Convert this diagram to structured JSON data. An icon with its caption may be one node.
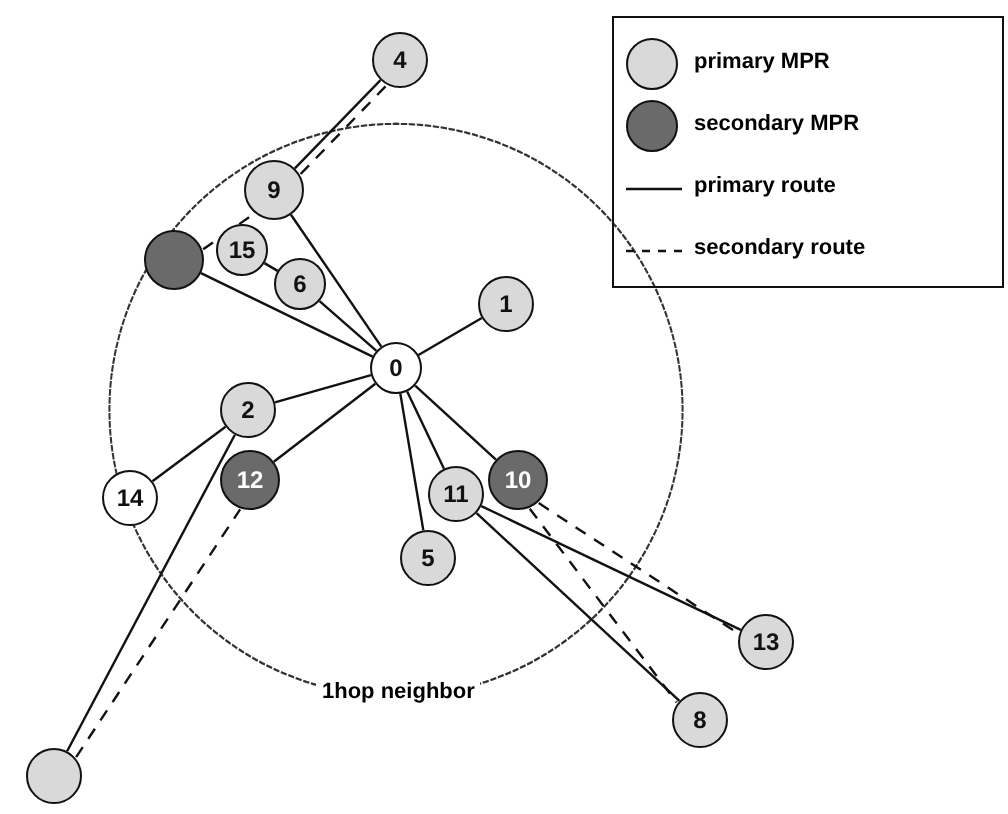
{
  "diagram": {
    "nodes": [
      {
        "text": [
          "0"
        ]
      },
      {
        "text": [
          "1"
        ]
      },
      {
        "text": [
          "4"
        ]
      },
      {
        "text": [
          "9"
        ]
      },
      {
        "text": [],
        "shape": "circle"
      },
      {
        "text": [
          "15"
        ]
      },
      {
        "text": [
          "6"
        ]
      },
      {
        "text": [
          "14"
        ]
      },
      {
        "text": [
          "2"
        ]
      },
      {
        "text": [
          "12"
        ]
      },
      {
        "text": [],
        "shape": "circle"
      },
      {
        "text": [
          "11"
        ]
      },
      {
        "text": [
          "10"
        ]
      },
      {
        "text": [
          "5"
        ]
      },
      {
        "text": [
          "13"
        ]
      },
      {
        "text": [
          "8"
        ]
      }
    ],
    "edges": [
      {
        "from": 0,
        "to": 1,
        "arrow": "none"
      },
      {
        "from": 0,
        "to": 4,
        "arrow": "none"
      },
      {
        "from": 6,
        "to": 5,
        "arrow": "none"
      },
      {
        "from": 0,
        "to": 6,
        "arrow": "none"
      },
      {
        "from": 0,
        "to": 3,
        "arrow": "none"
      },
      {
        "from": 3,
        "to": 2,
        "arrow": "none"
      },
      {
        "from": 4,
        "to": 3,
        "arrow": "none",
        "style": "dashed"
      },
      {
        "from": 3,
        "to": 2,
        "arrow": "none",
        "style": "dashed"
      },
      {
        "from": 0,
        "to": 8,
        "arrow": "none"
      },
      {
        "from": 8,
        "to": 7,
        "arrow": "none"
      },
      {
        "from": 0,
        "to": 9,
        "arrow": "none"
      },
      {
        "from": 10,
        "to": 8,
        "arrow": "none"
      },
      {
        "from": 10,
        "to": 9,
        "arrow": "none",
        "style": "dashed"
      },
      {
        "from": 0,
        "to": 11,
        "arrow": "none"
      },
      {
        "from": 0,
        "to": 12,
        "arrow": "none"
      },
      {
        "from": 0,
        "to": 13,
        "arrow": "none"
      },
      {
        "from": 11,
        "to": 14,
        "arrow": "none"
      },
      {
        "from": 12,
        "to": 14,
        "arrow": "none",
        "style": "dashed"
      },
      {
        "from": 11,
        "to": 15,
        "arrow": "none"
      },
      {
        "from": 12,
        "to": 15,
        "arrow": "none",
        "style": "dashed"
      }
    ],
    "labels": [
      "1hop neighbor"
    ],
    "legend": [
      {
        "text": "primary MPR"
      },
      {
        "text": "secondary MPR"
      },
      {
        "text": "primary route"
      },
      {
        "text": "secondary route"
      }
    ]
  }
}
